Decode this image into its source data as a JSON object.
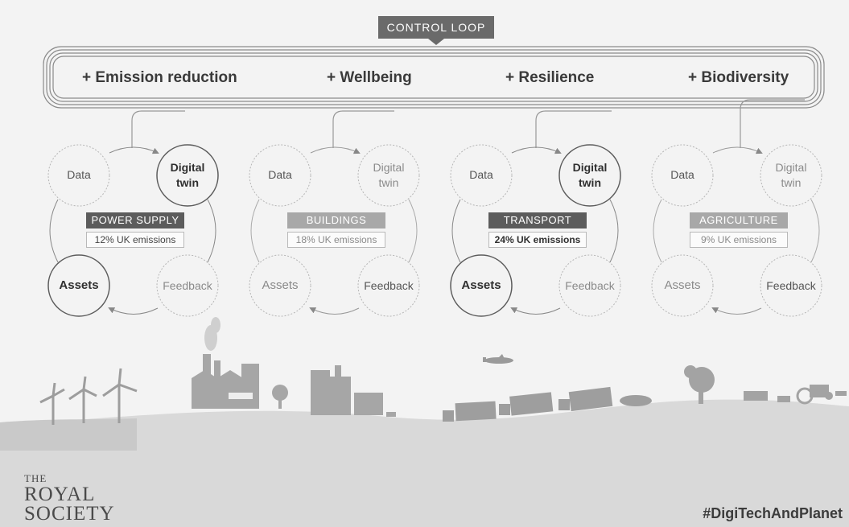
{
  "control_loop": "CONTROL LOOP",
  "objectives": [
    "+ Emission reduction",
    "+ Wellbeing",
    "+ Resilience",
    "+ Biodiversity"
  ],
  "node_labels": {
    "data": "Data",
    "digital_twin_line1": "Digital",
    "digital_twin_line2": "twin",
    "assets": "Assets",
    "feedback": "Feedback"
  },
  "sectors": [
    {
      "name": "POWER SUPPLY",
      "emissions": "12% UK emissions",
      "highlight": true
    },
    {
      "name": "BUILDINGS",
      "emissions": "18% UK emissions",
      "highlight": false
    },
    {
      "name": "TRANSPORT",
      "emissions": "24% UK emissions",
      "highlight": true
    },
    {
      "name": "AGRICULTURE",
      "emissions": "9% UK emissions",
      "highlight": false
    }
  ],
  "colors": {
    "dark": "#5c5c5c",
    "light": "#a8a8a8"
  },
  "logo": {
    "the": "THE",
    "royal": "ROYAL",
    "society": "SOCIETY"
  },
  "hashtag": "#DigiTechAndPlanet"
}
